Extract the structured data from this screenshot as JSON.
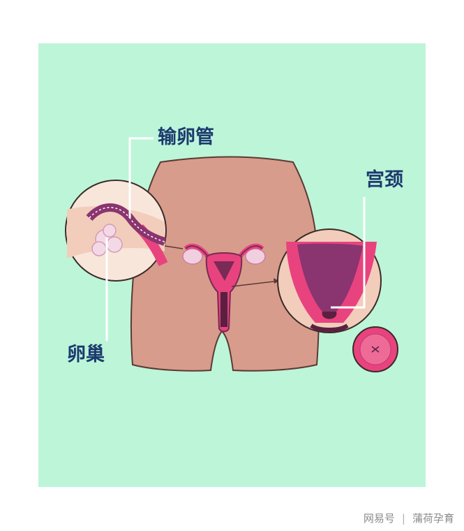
{
  "labels": {
    "fallopian_tube": "输卵管",
    "cervix": "宫颈",
    "ovary": "卵巢"
  },
  "watermark": {
    "platform": "网易号",
    "separator": "|",
    "account": "蒲荷孕育"
  },
  "colors": {
    "background": "#bdf5d9",
    "skin": "#d89c8c",
    "skin_outline": "#5a3a34",
    "uterus_pink": "#e8437e",
    "uterus_dark": "#7a2a55",
    "label_text": "#1c3a6e",
    "leader_line": "#ffffff"
  }
}
